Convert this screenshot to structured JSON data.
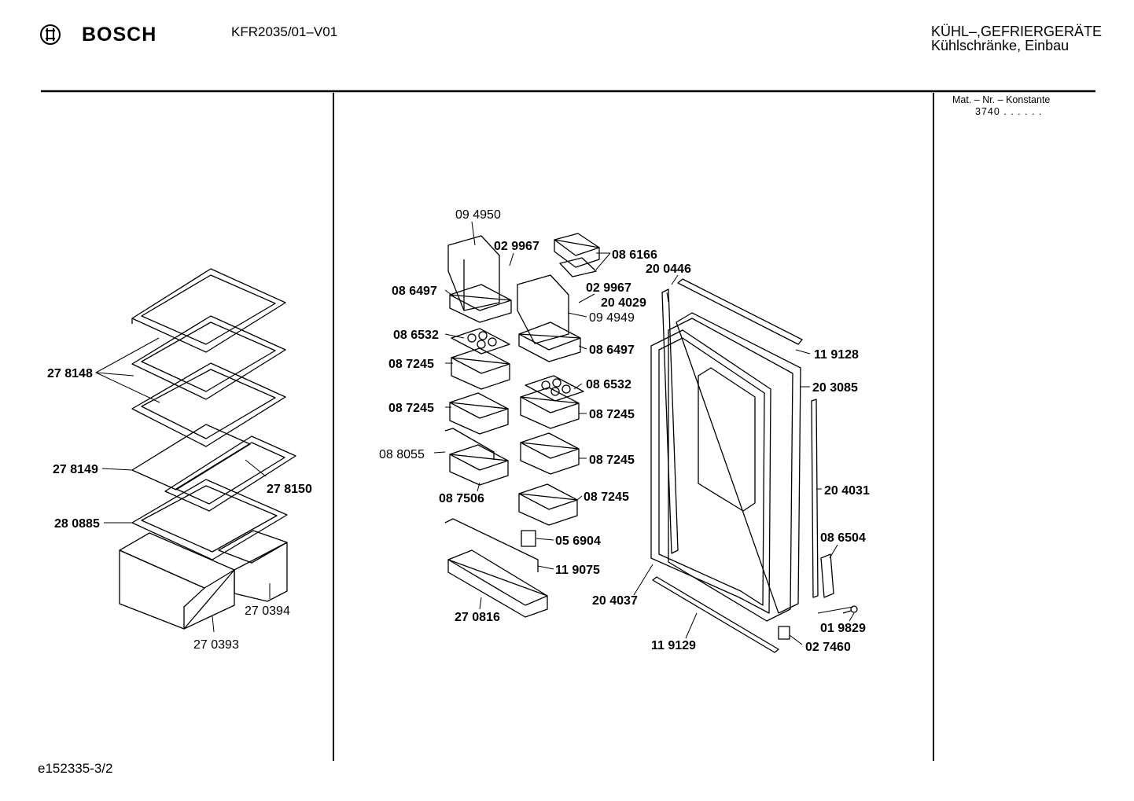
{
  "header": {
    "brand": "BOSCH",
    "model": "KFR2035/01–V01",
    "category_line1": "KÜHL–,GEFRIERGERÄTE",
    "category_line2": "Kühlschränke, Einbau",
    "logo_icon": "bosch-armature-icon"
  },
  "sidebar": {
    "mat_label": "Mat. – Nr. – Konstante",
    "mat_value": "3740 . .  . . . ."
  },
  "footer": {
    "code": "e152335-3/2"
  },
  "parts": {
    "p094950": "09 4950",
    "p029967a": "02 9967",
    "p086166": "08 6166",
    "p086497a": "08 6497",
    "p200446": "20 0446",
    "p029967b": "02 9967",
    "p204029": "20 4029",
    "p094949": "09 4949",
    "p086532a": "08 6532",
    "p086497b": "08 6497",
    "p119128": "11 9128",
    "p087245a": "08 7245",
    "p278148": "27 8148",
    "p086532b": "08 6532",
    "p203085": "20 3085",
    "p087245b": "08 7245",
    "p087245c": "08 7245",
    "p088055": "08 8055",
    "p087245d": "08 7245",
    "p278149": "27 8149",
    "p278150": "27 8150",
    "p204031": "20 4031",
    "p087506": "08 7506",
    "p087245e": "08 7245",
    "p280885": "28 0885",
    "p056904": "05 6904",
    "p086504": "08 6504",
    "p119075": "11 9075",
    "p270394": "27 0394",
    "p204037": "20 4037",
    "p270816": "27 0816",
    "p019829": "01 9829",
    "p270393": "27 0393",
    "p119129": "11 9129",
    "p027460": "02 7460"
  }
}
